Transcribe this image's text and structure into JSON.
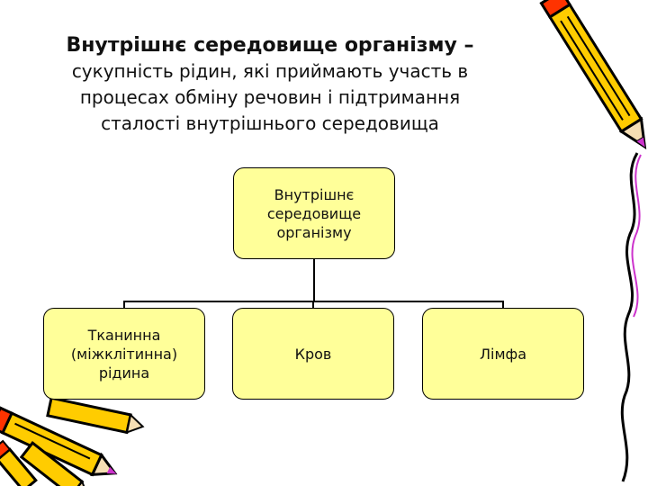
{
  "definition": {
    "term": "Внутрішнє середовище організму –",
    "lines": [
      "сукупність рідин, які приймають участь в",
      "процесах обміну речовин і підтримання",
      "сталості внутрішнього середовища"
    ]
  },
  "diagram": {
    "root": {
      "lines": [
        "Внутрішнє",
        "середовище",
        "організму"
      ]
    },
    "children": [
      {
        "lines": [
          "Тканинна",
          "(міжклітинна)",
          "рідина"
        ]
      },
      {
        "lines": [
          "Кров"
        ]
      },
      {
        "lines": [
          "Лімфа"
        ]
      }
    ]
  },
  "colors": {
    "box_fill": "#ffff99",
    "pencil_body": "#ffcc00",
    "pencil_tip": "#cc33cc",
    "pencil_eraser": "#ff3300"
  },
  "decorations": [
    "pencil-icon",
    "pencil-icon",
    "pencil-icon",
    "pencil-icon",
    "pencil-icon",
    "wavy-border-line"
  ]
}
